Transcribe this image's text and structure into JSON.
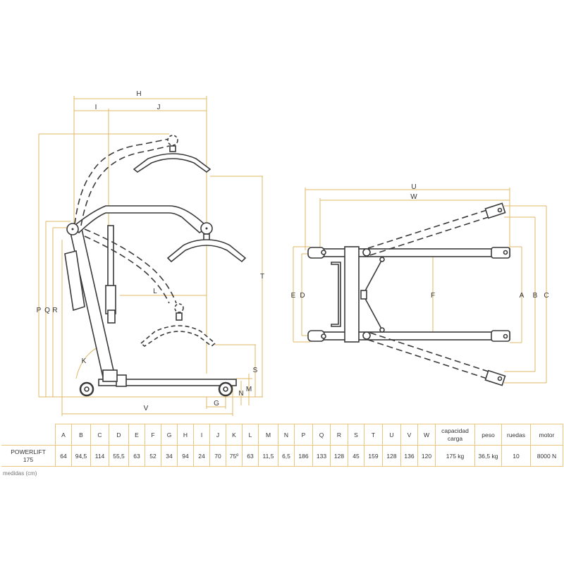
{
  "diagram": {
    "side_view_labels": {
      "H": "H",
      "I": "I",
      "J": "J",
      "T": "T",
      "L": "L",
      "K": "K",
      "P": "P",
      "Q": "Q",
      "R": "R",
      "S": "S",
      "M": "M",
      "N": "N",
      "G": "G",
      "V": "V"
    },
    "top_view_labels": {
      "U": "U",
      "W": "W",
      "E": "E",
      "D": "D",
      "F": "F",
      "A": "A",
      "B": "B",
      "C": "C"
    },
    "colors": {
      "dimension_line": "#e0b865",
      "drawing_line": "#3a3a3a",
      "table_border": "#e8c77e"
    }
  },
  "table": {
    "headers": [
      "A",
      "B",
      "C",
      "D",
      "E",
      "F",
      "G",
      "H",
      "I",
      "J",
      "K",
      "L",
      "M",
      "N",
      "P",
      "Q",
      "R",
      "S",
      "T",
      "U",
      "V",
      "W",
      "capacidad carga",
      "peso",
      "ruedas",
      "motor"
    ],
    "model_line1": "POWERLIFT",
    "model_line2": "175",
    "values": [
      "64",
      "94,5",
      "114",
      "55,5",
      "63",
      "52",
      "34",
      "94",
      "24",
      "70",
      "75º",
      "63",
      "11,5",
      "6,5",
      "186",
      "133",
      "128",
      "45",
      "159",
      "128",
      "136",
      "120",
      "175 kg",
      "36,5 kg",
      "10",
      "8000 N"
    ],
    "units_note": "medidas (cm)"
  }
}
